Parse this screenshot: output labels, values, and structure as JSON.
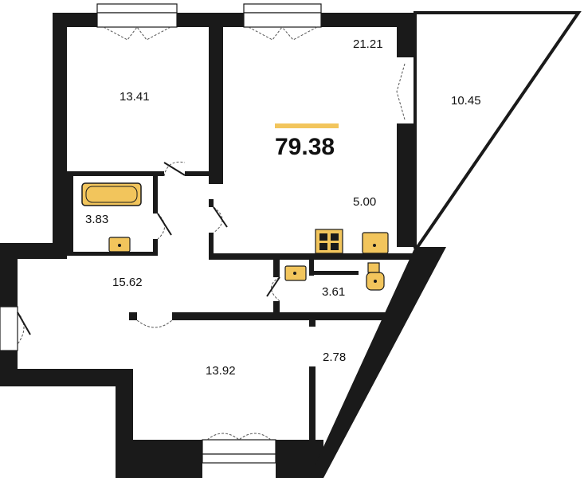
{
  "plan": {
    "total_area": "79.38",
    "rooms": [
      {
        "id": "bedroom-left",
        "area": "13.41"
      },
      {
        "id": "living-kitchen",
        "area": "21.21"
      },
      {
        "id": "loggia-right",
        "area": "10.45"
      },
      {
        "id": "kitchen-zone",
        "area": "5.00"
      },
      {
        "id": "bathroom",
        "area": "3.83"
      },
      {
        "id": "hallway",
        "area": "15.62"
      },
      {
        "id": "toilet",
        "area": "3.61"
      },
      {
        "id": "bedroom-bottom",
        "area": "13.92"
      },
      {
        "id": "wardrobe",
        "area": "2.78"
      }
    ]
  },
  "colors": {
    "wall": "#1a1a1a",
    "fixture": "#f2c55c",
    "accent": "#f2c55c",
    "background": "#ffffff"
  }
}
